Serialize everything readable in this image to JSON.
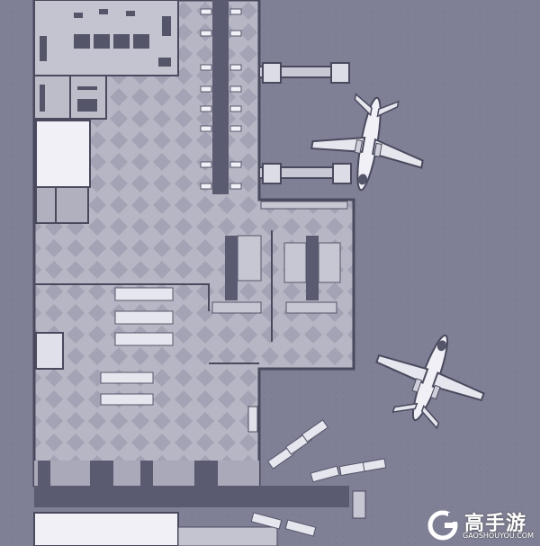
{
  "scene": {
    "kind": "top-down airport terminal map"
  },
  "colors": {
    "tarmac": "#7f7f95",
    "floor": "#b6b6c4",
    "floor_dark": "#a5a5b6",
    "wall": "#4a4a5e",
    "white": "#f0f0f6"
  },
  "watermark": {
    "title": "高手游",
    "subtitle": "GAOSHOUYOU.COM",
    "icon": "G-logo-icon"
  }
}
